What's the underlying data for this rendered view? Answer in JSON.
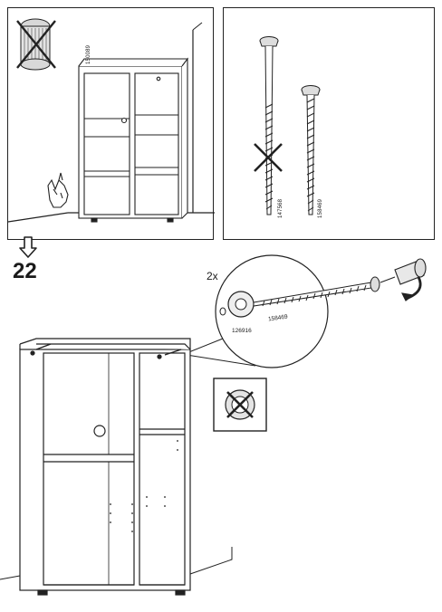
{
  "step": {
    "number": "22",
    "quantity": "2x"
  },
  "codes": {
    "no_tool": "150089",
    "screw_wrong": "147568",
    "screw_right": "158469",
    "detail_screw": "158469",
    "detail_washer": "126916"
  },
  "colors": {
    "line": "#222222",
    "background": "#ffffff",
    "shade": "#d8d8d8"
  },
  "icons": [
    "no-tool-icon",
    "hand-touch-icon",
    "cross-icon",
    "down-arrow-icon",
    "screwdriver-icon",
    "no-cam-lock-icon"
  ]
}
